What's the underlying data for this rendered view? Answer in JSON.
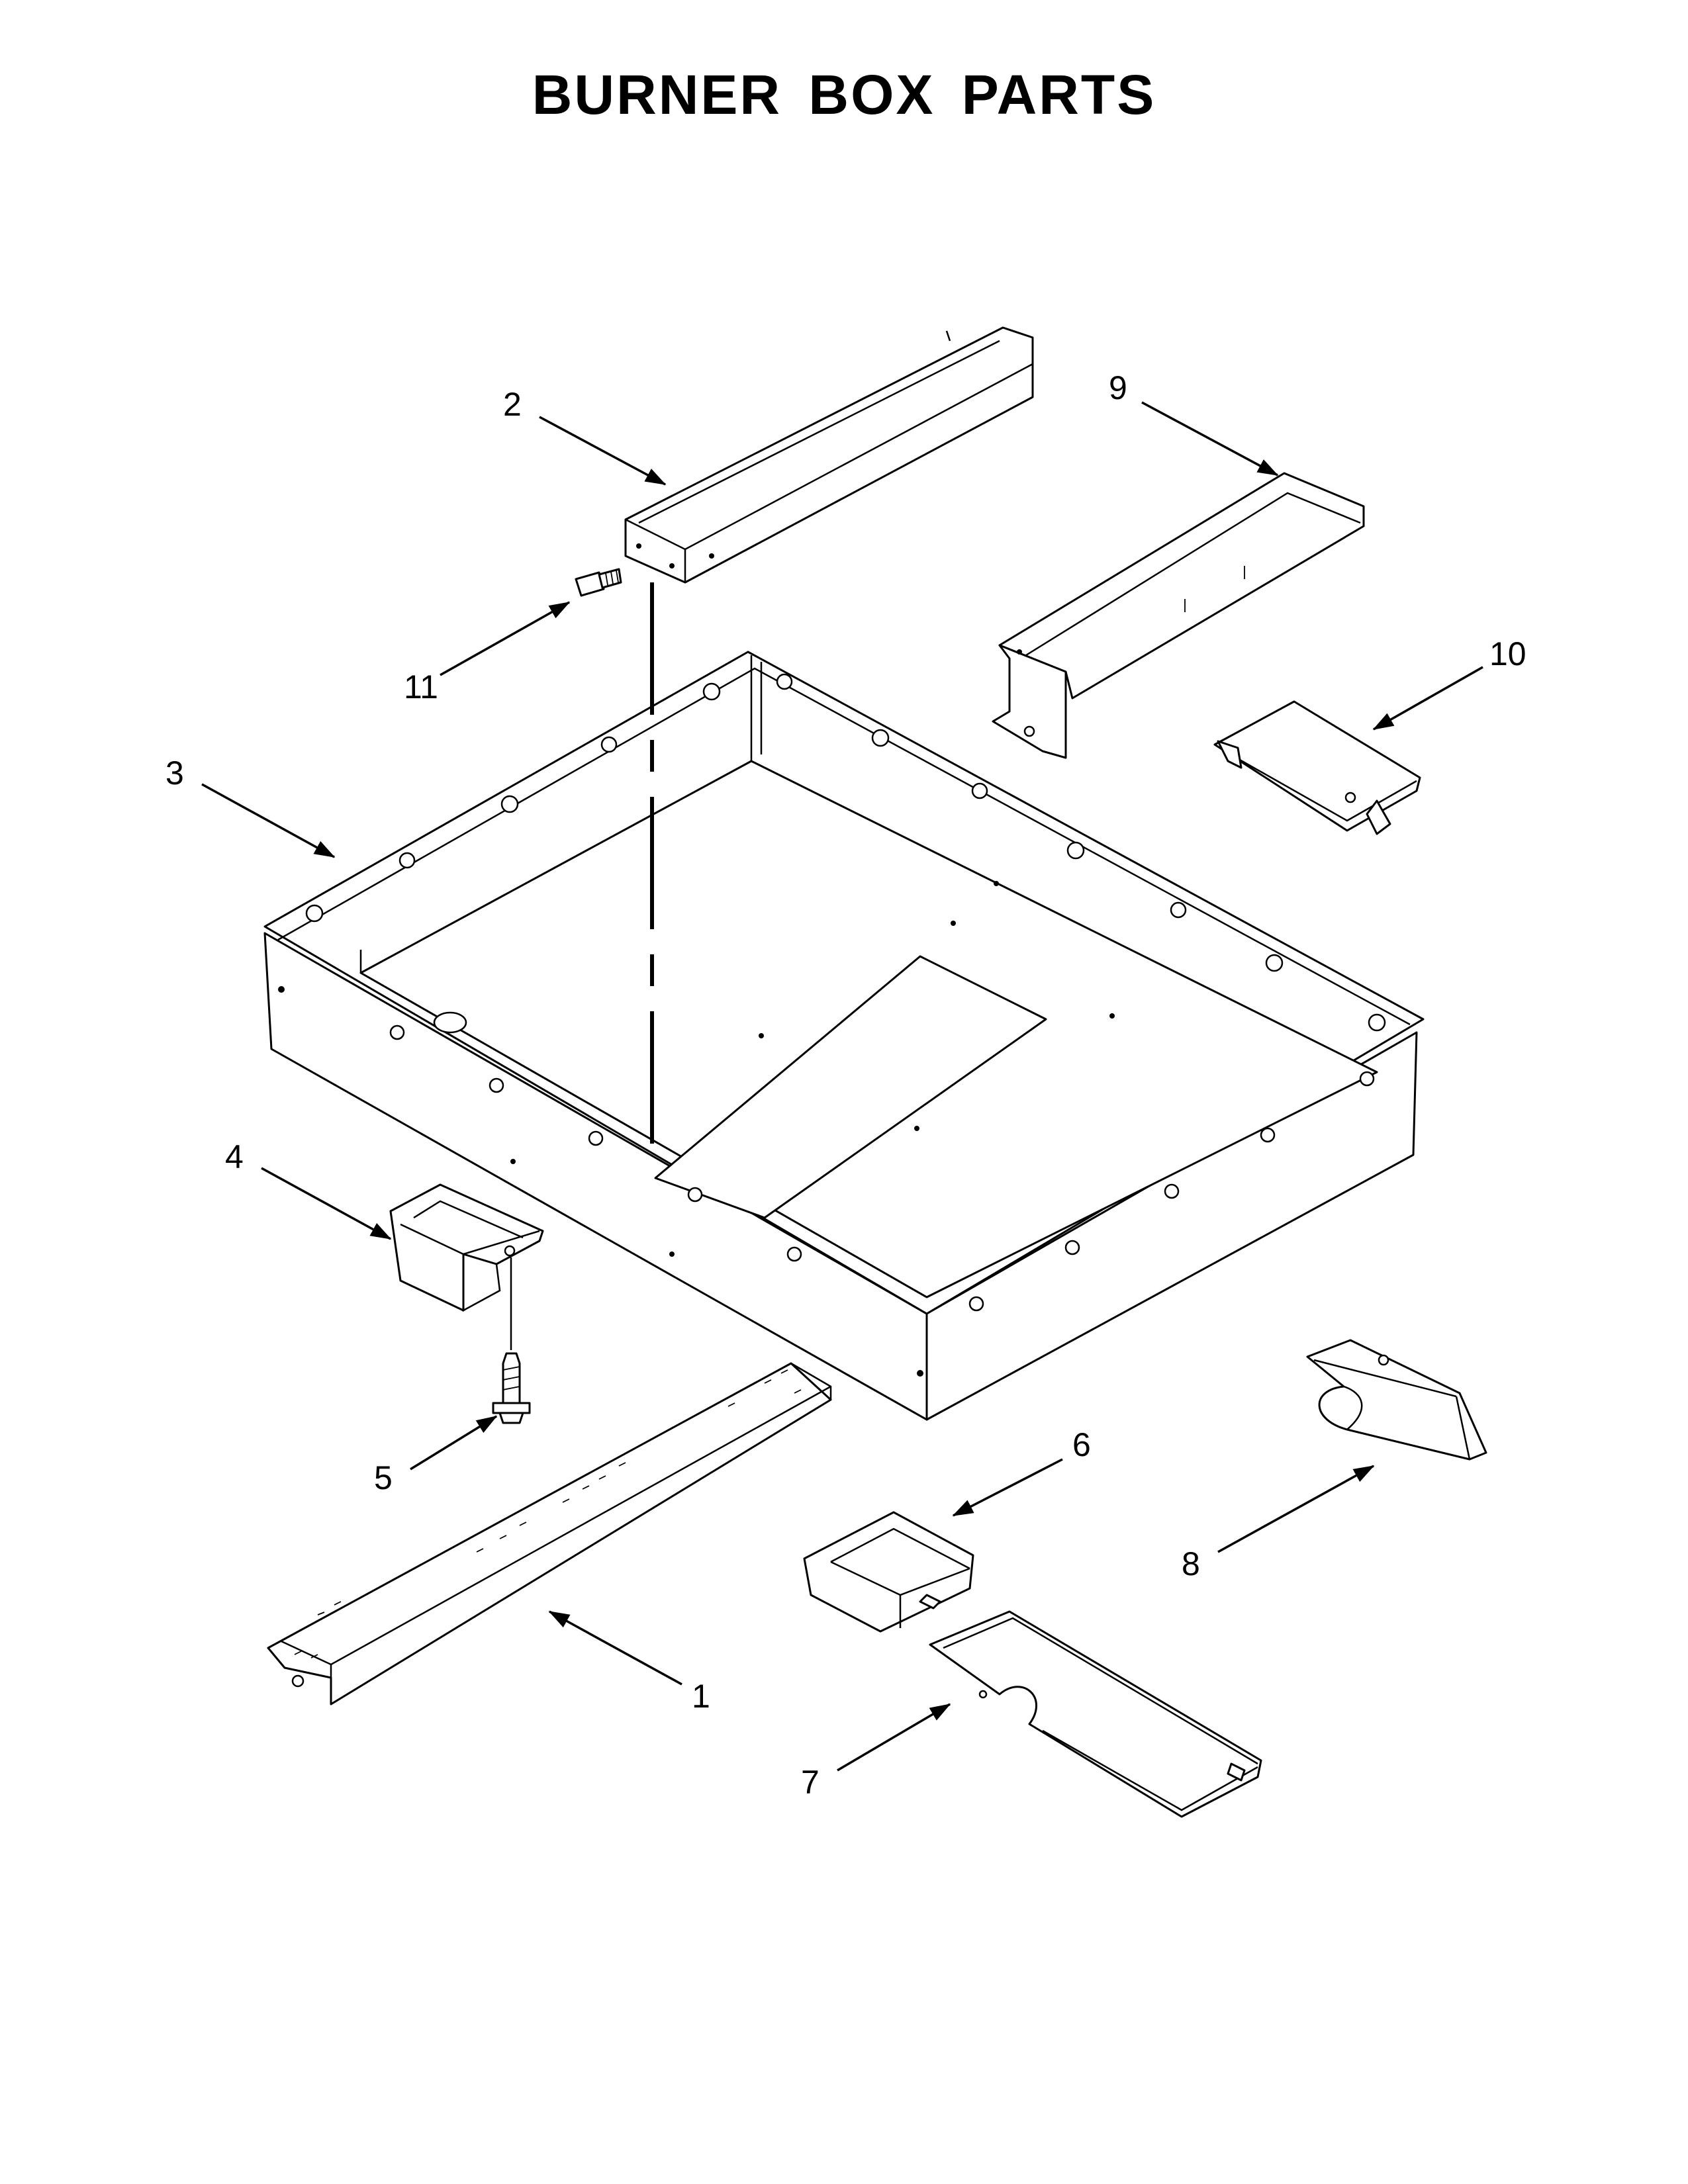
{
  "title": "BURNER BOX PARTS",
  "callouts": [
    {
      "id": "1",
      "label": "1"
    },
    {
      "id": "2",
      "label": "2"
    },
    {
      "id": "3",
      "label": "3"
    },
    {
      "id": "4",
      "label": "4"
    },
    {
      "id": "5",
      "label": "5"
    },
    {
      "id": "6",
      "label": "6"
    },
    {
      "id": "7",
      "label": "7"
    },
    {
      "id": "8",
      "label": "8"
    },
    {
      "id": "9",
      "label": "9"
    },
    {
      "id": "10",
      "label": "10"
    },
    {
      "id": "11",
      "label": "11"
    }
  ],
  "colors": {
    "ink": "#000000",
    "paper": "#ffffff"
  }
}
